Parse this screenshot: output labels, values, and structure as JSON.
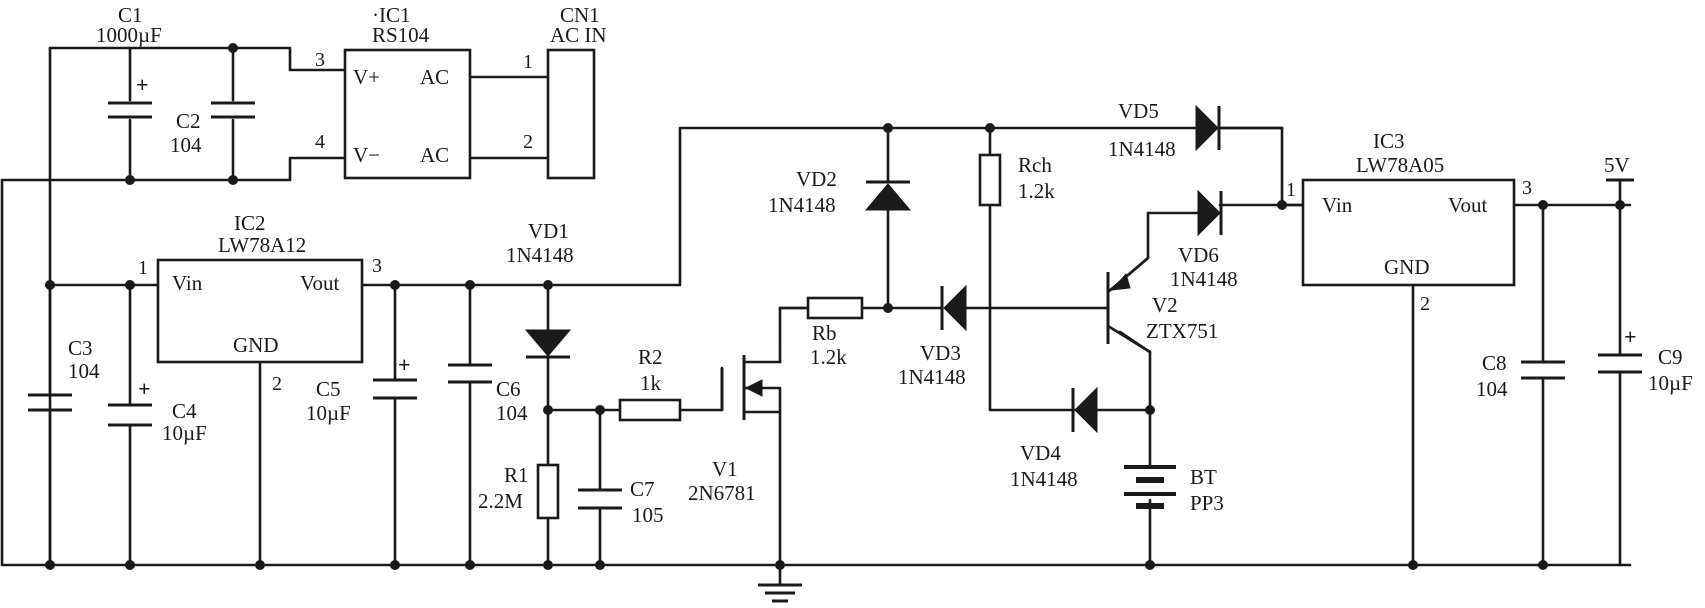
{
  "components": {
    "c1": {
      "ref": "C1",
      "value": "1000µF"
    },
    "c2": {
      "ref": "C2",
      "value": "104"
    },
    "ic1": {
      "ref": "·IC1",
      "part": "RS104",
      "pins": {
        "vplus": "V+",
        "vminus": "V−",
        "ac1": "AC",
        "ac2": "AC",
        "p3": "3",
        "p4": "4"
      }
    },
    "cn1": {
      "ref": "CN1",
      "part": "AC IN",
      "pins": {
        "p1": "1",
        "p2": "2"
      }
    },
    "ic2": {
      "ref": "IC2",
      "part": "LW78A12",
      "pins": {
        "vin": "Vin",
        "vout": "Vout",
        "gnd": "GND",
        "p1": "1",
        "p2": "2",
        "p3": "3"
      }
    },
    "c3": {
      "ref": "C3",
      "value": "104"
    },
    "c4": {
      "ref": "C4",
      "value": "10µF"
    },
    "c5": {
      "ref": "C5",
      "value": "10µF"
    },
    "c6": {
      "ref": "C6",
      "value": "104"
    },
    "c7": {
      "ref": "C7",
      "value": "105"
    },
    "r1": {
      "ref": "R1",
      "value": "2.2M"
    },
    "r2": {
      "ref": "R2",
      "value": "1k"
    },
    "vd1": {
      "ref": "VD1",
      "part": "1N4148"
    },
    "vd2": {
      "ref": "VD2",
      "part": "1N4148"
    },
    "vd3": {
      "ref": "VD3",
      "part": "1N4148"
    },
    "vd4": {
      "ref": "VD4",
      "part": "1N4148"
    },
    "vd5": {
      "ref": "VD5",
      "part": "1N4148"
    },
    "vd6": {
      "ref": "VD6",
      "part": "1N4148"
    },
    "v1": {
      "ref": "V1",
      "part": "2N6781"
    },
    "v2": {
      "ref": "V2",
      "part": "ZTX751"
    },
    "rb": {
      "ref": "Rb",
      "value": "1.2k"
    },
    "rch": {
      "ref": "Rch",
      "value": "1.2k"
    },
    "bt": {
      "ref": "BT",
      "part": "PP3"
    },
    "ic3": {
      "ref": "IC3",
      "part": "LW78A05",
      "pins": {
        "vin": "Vin",
        "vout": "Vout",
        "gnd": "GND",
        "p1": "1",
        "p2": "2",
        "p3": "3"
      }
    },
    "c8": {
      "ref": "C8",
      "value": "104"
    },
    "c9": {
      "ref": "C9",
      "value": "10µF"
    }
  },
  "output": {
    "label": "5V"
  },
  "symbols": {
    "plus": "+"
  }
}
